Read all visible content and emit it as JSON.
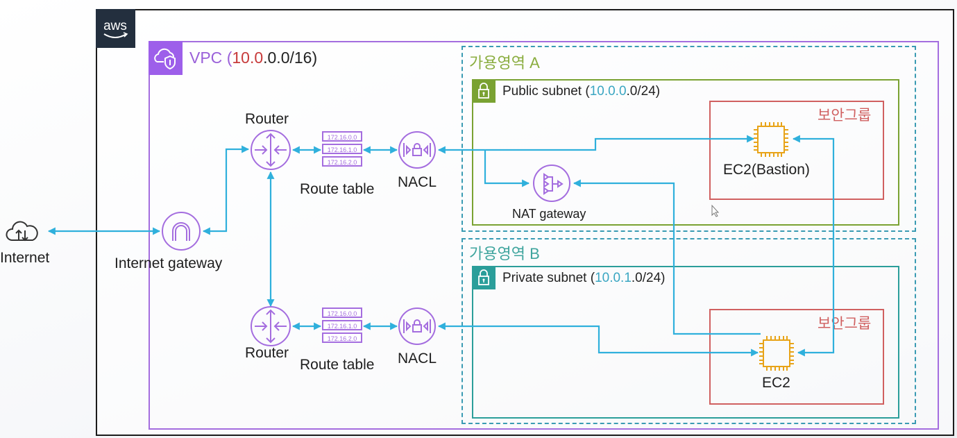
{
  "provider": {
    "logo_text": "aws"
  },
  "vpc": {
    "name": "VPC",
    "cidr_highlight": "10.0",
    "cidr_rest": ".0.0/16",
    "open_paren": "(",
    "close_paren": ")"
  },
  "availability_zones": [
    {
      "title": "가용영역 A",
      "subnet": {
        "name": "Public subnet",
        "cidr_highlight": "10.0.0",
        "cidr_rest": ".0/24"
      },
      "security_group": {
        "title": "보안그룹",
        "instance_label": "EC2(Bastion)"
      },
      "nat_gateway_label": "NAT gateway"
    },
    {
      "title": "가용영역 B",
      "subnet": {
        "name": "Private subnet",
        "cidr_highlight": "10.0.1",
        "cidr_rest": ".0/24"
      },
      "security_group": {
        "title": "보안그룹",
        "instance_label": "EC2"
      }
    }
  ],
  "internet": {
    "label": "Internet"
  },
  "internet_gateway": {
    "label": "Internet gateway"
  },
  "routers": [
    {
      "label": "Router",
      "route_table": {
        "label": "Route table",
        "entries": [
          "172.16.0.0",
          "172.16.1.0",
          "172.16.2.0"
        ]
      },
      "nacl_label": "NACL"
    },
    {
      "label": "Router",
      "route_table": {
        "label": "Route table",
        "entries": [
          "172.16.0.0",
          "172.16.1.0",
          "172.16.2.0"
        ]
      },
      "nacl_label": "NACL"
    }
  ],
  "colors": {
    "vpc": "#a46ddf",
    "connector": "#2fb0dc",
    "public_subnet": "#7aa232",
    "private_subnet": "#2b9e9a",
    "security_group": "#d06060",
    "ec2": "#e8a317",
    "az_border": "#3a9bb3",
    "aws_dark": "#232f3e"
  }
}
